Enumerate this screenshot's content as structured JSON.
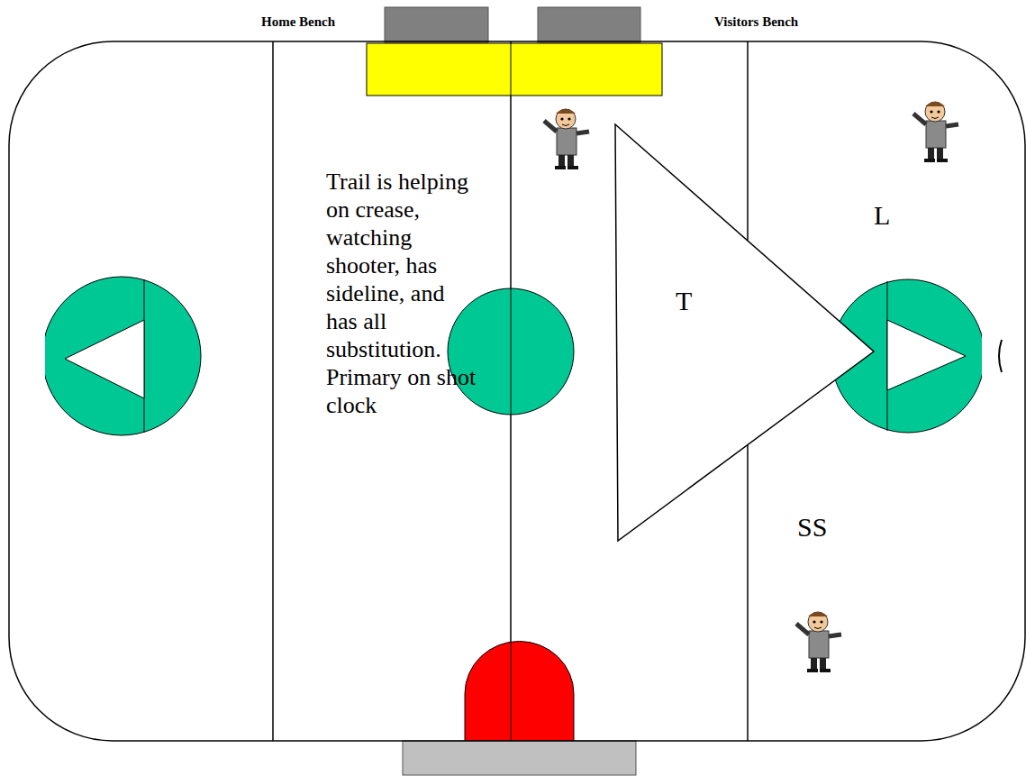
{
  "diagram": {
    "nodes": [
      {
        "text": [
          "T"
        ]
      }
    ],
    "labels": [
      "Home Bench",
      "Visitors Bench",
      "Trail is helping on crease, watching shooter, has sideline, and has all substitution. Primary on shot clock",
      "L",
      "SS"
    ]
  }
}
